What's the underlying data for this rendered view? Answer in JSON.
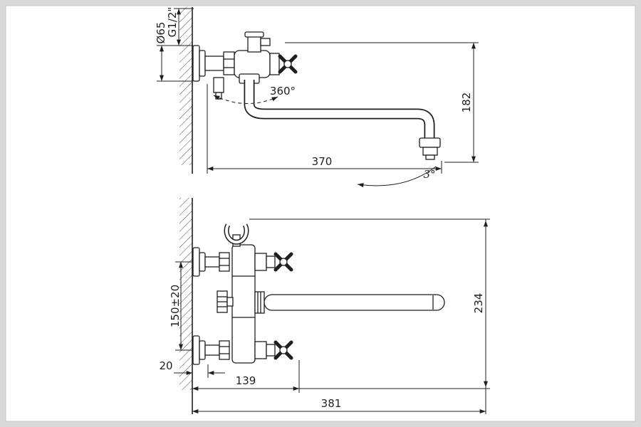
{
  "colors": {
    "background": "#d9d9d9",
    "paper": "#ffffff",
    "line": "#1f1f1f"
  },
  "top_view": {
    "flange_diameter": "Ø65",
    "thread_size": "G1/2\"",
    "swivel_angle": "360°",
    "spout_height": "182",
    "spout_reach": "370",
    "outlet_tilt": "3°"
  },
  "bottom_view": {
    "mount_centers": "150±20",
    "wall_clearance": "20",
    "body_projection": "139",
    "overall_length": "381",
    "overall_height": "234"
  }
}
